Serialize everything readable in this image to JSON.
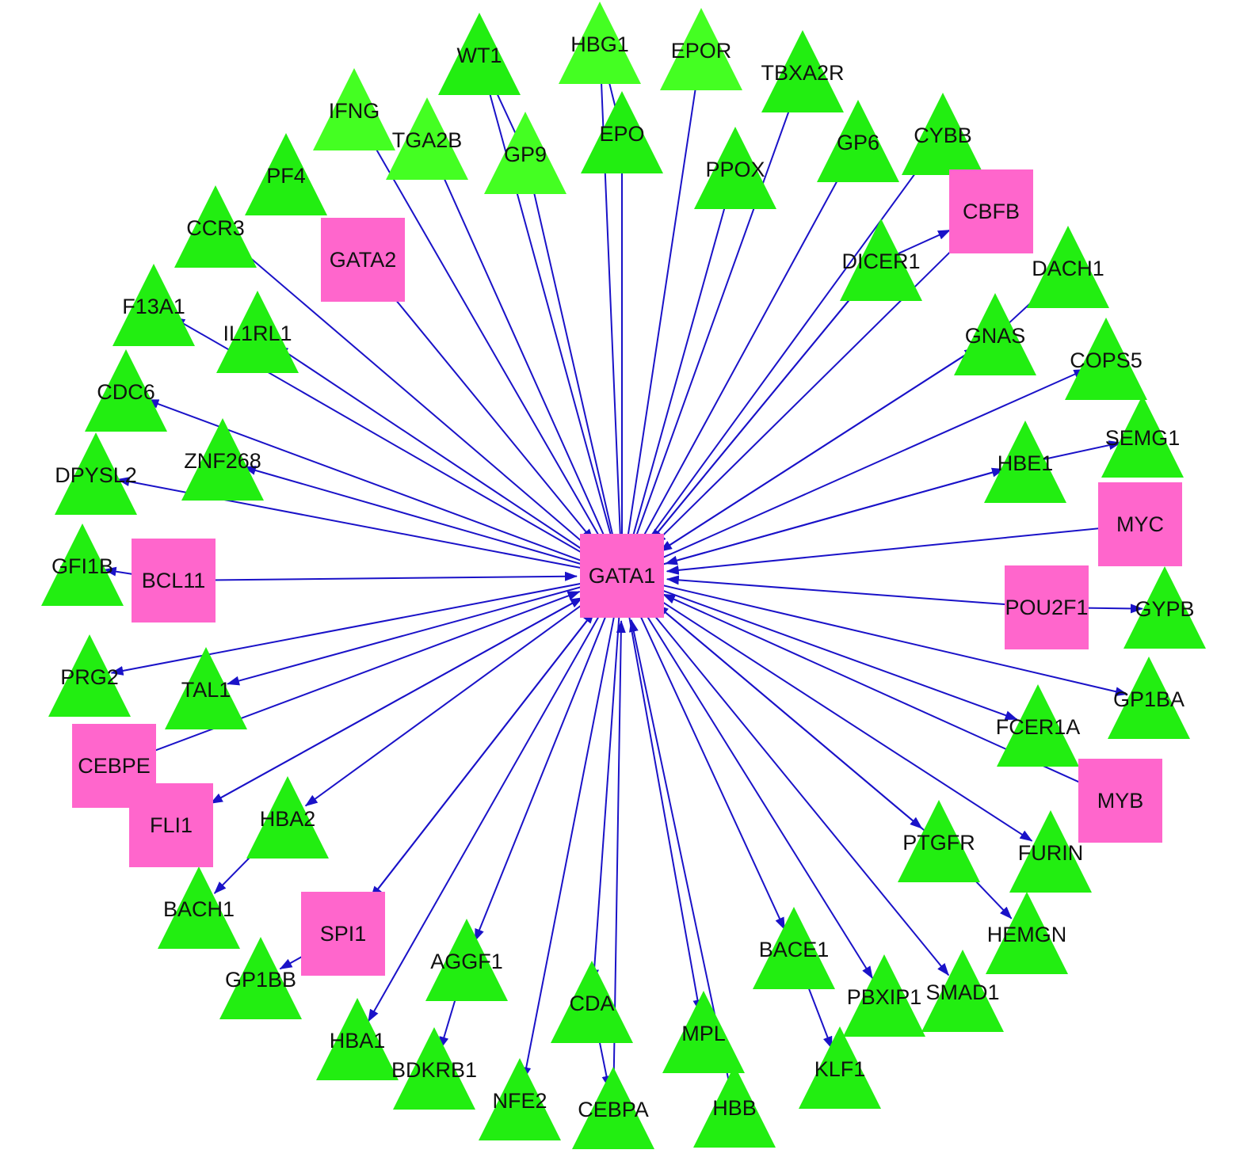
{
  "colors": {
    "edge": "#1a12c8",
    "regulator": "#ff66cc",
    "target": "#22ee11",
    "target_light": "#44ff22",
    "label": "#111111"
  },
  "node_shapes": {
    "regulator": "square",
    "target": "triangle"
  },
  "hub": "GATA1",
  "regulators": [
    "GATA1",
    "GATA2",
    "CBFB",
    "BCL11",
    "MYC",
    "POU2F1",
    "CEBPE",
    "FLI1",
    "SPI1",
    "MYB"
  ],
  "targets": [
    "WT1",
    "HBG1",
    "EPOR",
    "TBXA2R",
    "IFNG",
    "TGA2B",
    "GP9",
    "EPO",
    "PF4",
    "PPOX",
    "GP6",
    "CYBB",
    "CCR3",
    "DICER1",
    "DACH1",
    "F13A1",
    "IL1RL1",
    "GNAS",
    "COPS5",
    "CDC6",
    "SEMG1",
    "HBE1",
    "DPYSL2",
    "ZNF268",
    "GFI1B",
    "GYPB",
    "PRG2",
    "TAL1",
    "GP1BA",
    "FCER1A",
    "HBA2",
    "PTGFR",
    "FURIN",
    "BACH1",
    "HEMGN",
    "GP1BB",
    "AGGF1",
    "BACE1",
    "SMAD1",
    "PBXIP1",
    "CDA",
    "MPL",
    "HBA1",
    "BDKRB1",
    "KLF1",
    "NFE2",
    "CEBPA",
    "HBB"
  ],
  "edges": [
    [
      "GATA1",
      "WT1"
    ],
    [
      "GATA1",
      "HBG1"
    ],
    [
      "GATA1",
      "EPOR"
    ],
    [
      "GATA1",
      "TBXA2R"
    ],
    [
      "GATA1",
      "IFNG"
    ],
    [
      "GATA1",
      "TGA2B"
    ],
    [
      "GATA1",
      "GP9"
    ],
    [
      "GATA1",
      "EPO"
    ],
    [
      "GATA1",
      "PPOX"
    ],
    [
      "GATA1",
      "GP6"
    ],
    [
      "GATA1",
      "CYBB"
    ],
    [
      "GATA1",
      "CCR3"
    ],
    [
      "GATA1",
      "DICER1"
    ],
    [
      "GATA1",
      "F13A1"
    ],
    [
      "GATA1",
      "IL1RL1"
    ],
    [
      "GATA1",
      "GNAS"
    ],
    [
      "GATA1",
      "COPS5"
    ],
    [
      "GATA1",
      "CDC6"
    ],
    [
      "GATA1",
      "HBE1"
    ],
    [
      "GATA1",
      "DPYSL2"
    ],
    [
      "GATA1",
      "ZNF268"
    ],
    [
      "GATA1",
      "PRG2"
    ],
    [
      "GATA1",
      "TAL1"
    ],
    [
      "GATA1",
      "GP1BA"
    ],
    [
      "GATA1",
      "FCER1A"
    ],
    [
      "GATA1",
      "FLI1"
    ],
    [
      "GATA1",
      "PTGFR"
    ],
    [
      "GATA1",
      "FURIN"
    ],
    [
      "GATA1",
      "SPI1"
    ],
    [
      "GATA1",
      "BACE1"
    ],
    [
      "GATA1",
      "PBXIP1"
    ],
    [
      "GATA1",
      "SMAD1"
    ],
    [
      "GATA1",
      "CDA"
    ],
    [
      "GATA1",
      "MPL"
    ],
    [
      "GATA1",
      "HBA1"
    ],
    [
      "GATA1",
      "NFE2"
    ],
    [
      "GATA1",
      "AGGF1"
    ],
    [
      "GATA1",
      "HBA2"
    ],
    [
      "GATA2",
      "GATA1"
    ],
    [
      "CBFB",
      "GATA1"
    ],
    [
      "BCL11",
      "GATA1"
    ],
    [
      "MYC",
      "GATA1"
    ],
    [
      "POU2F1",
      "GATA1"
    ],
    [
      "CEBPE",
      "GATA1"
    ],
    [
      "FLI1",
      "GATA1"
    ],
    [
      "SPI1",
      "GATA1"
    ],
    [
      "MYB",
      "GATA1"
    ],
    [
      "HBB",
      "GATA1"
    ],
    [
      "CEBPA",
      "GATA1"
    ],
    [
      "HBE1",
      "GATA1"
    ],
    [
      "PTGFR",
      "GATA1"
    ],
    [
      "DICER1",
      "GATA1"
    ],
    [
      "GNAS",
      "GATA1"
    ],
    [
      "BCL11",
      "GFI1B"
    ],
    [
      "DICER1",
      "CBFB"
    ],
    [
      "GNAS",
      "DACH1"
    ],
    [
      "HBE1",
      "SEMG1"
    ],
    [
      "POU2F1",
      "GYPB"
    ],
    [
      "HBA2",
      "BACH1"
    ],
    [
      "SPI1",
      "GP1BB"
    ],
    [
      "AGGF1",
      "BDKRB1"
    ],
    [
      "BACE1",
      "KLF1"
    ],
    [
      "CDA",
      "CEBPA"
    ],
    [
      "PTGFR",
      "HEMGN"
    ],
    [
      "EPO",
      "HBG1"
    ],
    [
      "GP9",
      "WT1"
    ]
  ]
}
